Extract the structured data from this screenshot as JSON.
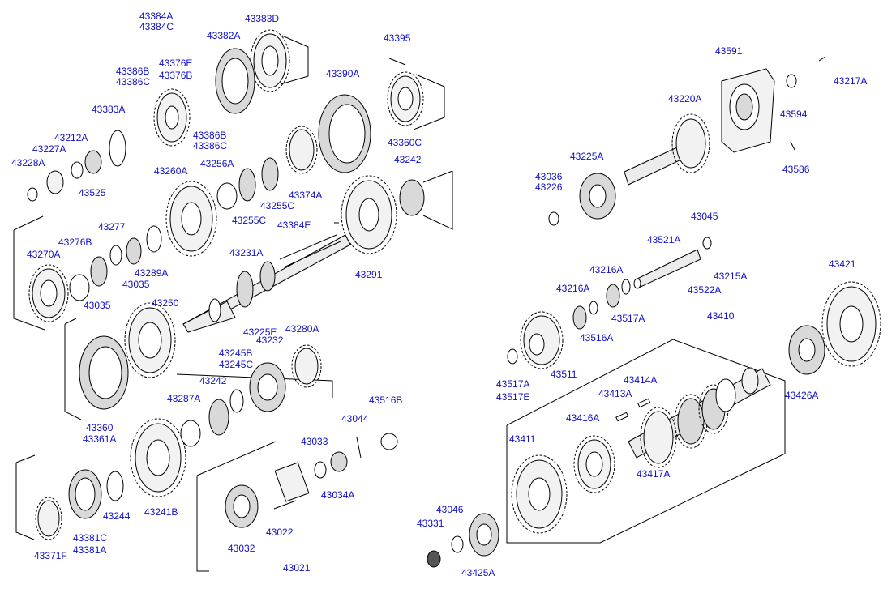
{
  "diagram": {
    "labels": [
      "43384A",
      "43384C",
      "43383D",
      "43382A",
      "43395",
      "43376E",
      "43376B",
      "43386B",
      "43386C",
      "43383A",
      "43386B",
      "43386C",
      "43390A",
      "43360C",
      "43212A",
      "43227A",
      "43228A",
      "43525",
      "43260A",
      "43256A",
      "43374A",
      "43255C",
      "43255C",
      "43242",
      "43384E",
      "43277",
      "43276B",
      "43270A",
      "43289A",
      "43035",
      "43035",
      "43231A",
      "43291",
      "43250",
      "43225E",
      "43280A",
      "43232",
      "43245B",
      "43245C",
      "43242",
      "43287A",
      "43360",
      "43361A",
      "43033",
      "43044",
      "43516B",
      "43034A",
      "43381C",
      "43381A",
      "43371F",
      "43244",
      "43241B",
      "43022",
      "43032",
      "43021",
      "43591",
      "43217A",
      "43220A",
      "43594",
      "43225A",
      "43036",
      "43226",
      "43586",
      "43045",
      "43521A",
      "43215A",
      "43522A",
      "43216A",
      "43216A",
      "43517A",
      "43516A",
      "43421",
      "43410",
      "43511",
      "43517A",
      "43517E",
      "43414A",
      "43413A",
      "43416A",
      "43426A",
      "43411",
      "43417A",
      "43046",
      "43331",
      "43425A"
    ]
  }
}
